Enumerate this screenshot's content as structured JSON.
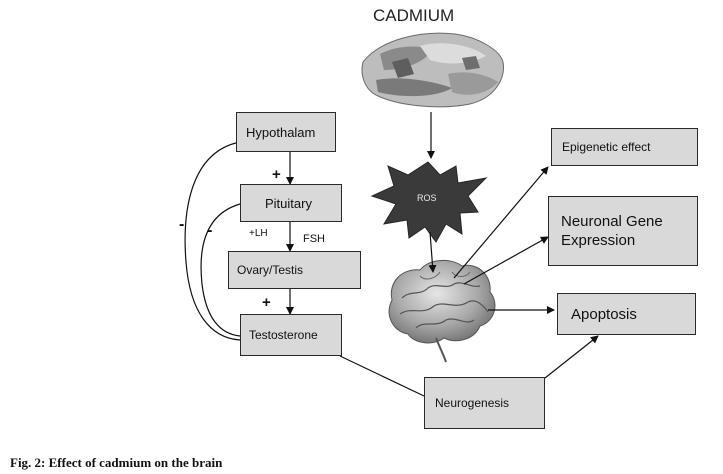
{
  "diagram": {
    "title": "CADMIUM",
    "nodes": {
      "hypothalam": "Hypothalam",
      "pituitary": "Pituitary",
      "ovary_testis": "Ovary/Testis",
      "testosterone": "Testosterone",
      "ros": "ROS",
      "epigenetic": "Epigenetic effect",
      "neuronal_gene": "Neuronal Gene Expression",
      "apoptosis": "Apoptosis",
      "neurogenesis": "Neurogenesis"
    },
    "edge_labels": {
      "plus_pituitary": "+",
      "plus_testosterone": "+",
      "lh": "+LH",
      "fsh": "FSH",
      "minus_outer": "-",
      "minus_inner": "-"
    }
  },
  "caption": "Fig. 2: Effect of cadmium on the brain"
}
